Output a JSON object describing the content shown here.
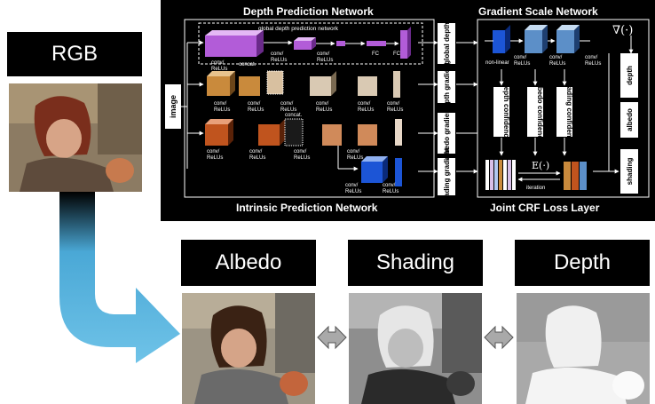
{
  "rgb_label": "RGB",
  "outputs": {
    "albedo_label": "Albedo",
    "shading_label": "Shading",
    "depth_label": "Depth"
  },
  "network": {
    "depth_prediction_network": "Depth Prediction Network",
    "gradient_scale_network": "Gradient Scale Network",
    "intrinsic_prediction_network": "Intrinsic Prediction Network",
    "joint_crf_loss_layer": "Joint CRF Loss Layer",
    "global_depth_prediction_network": "global depth prediction network",
    "image": "image",
    "conv_relus": "conv/ReLUs",
    "conv_relus_line1": "conv/",
    "conv_relus_line2": "ReLUs",
    "fc": "FC",
    "concat": "concat.",
    "global_depth": "global depth",
    "depth_gradient": "depth gradient",
    "albedo_gradient": "albedo gradient",
    "shading_gradient": "shading gradient",
    "depth_confidence": "depth confidence",
    "albedo_confidence": "albedo confidence",
    "shading_confidence": "shading confidence",
    "non_linear": "non-linear",
    "gradient_op": "∇(·)",
    "energy_op": "E(·)",
    "iteration": "iteration",
    "out_depth": "depth",
    "out_albedo": "albedo",
    "out_shading": "shading"
  },
  "colors": {
    "arrow_blue": "#6fc3e8",
    "purple": "#b25cd8",
    "brown": "#c98a3c",
    "rust": "#c0541e",
    "blue": "#1c55d6",
    "steel": "#5c8fc8"
  }
}
